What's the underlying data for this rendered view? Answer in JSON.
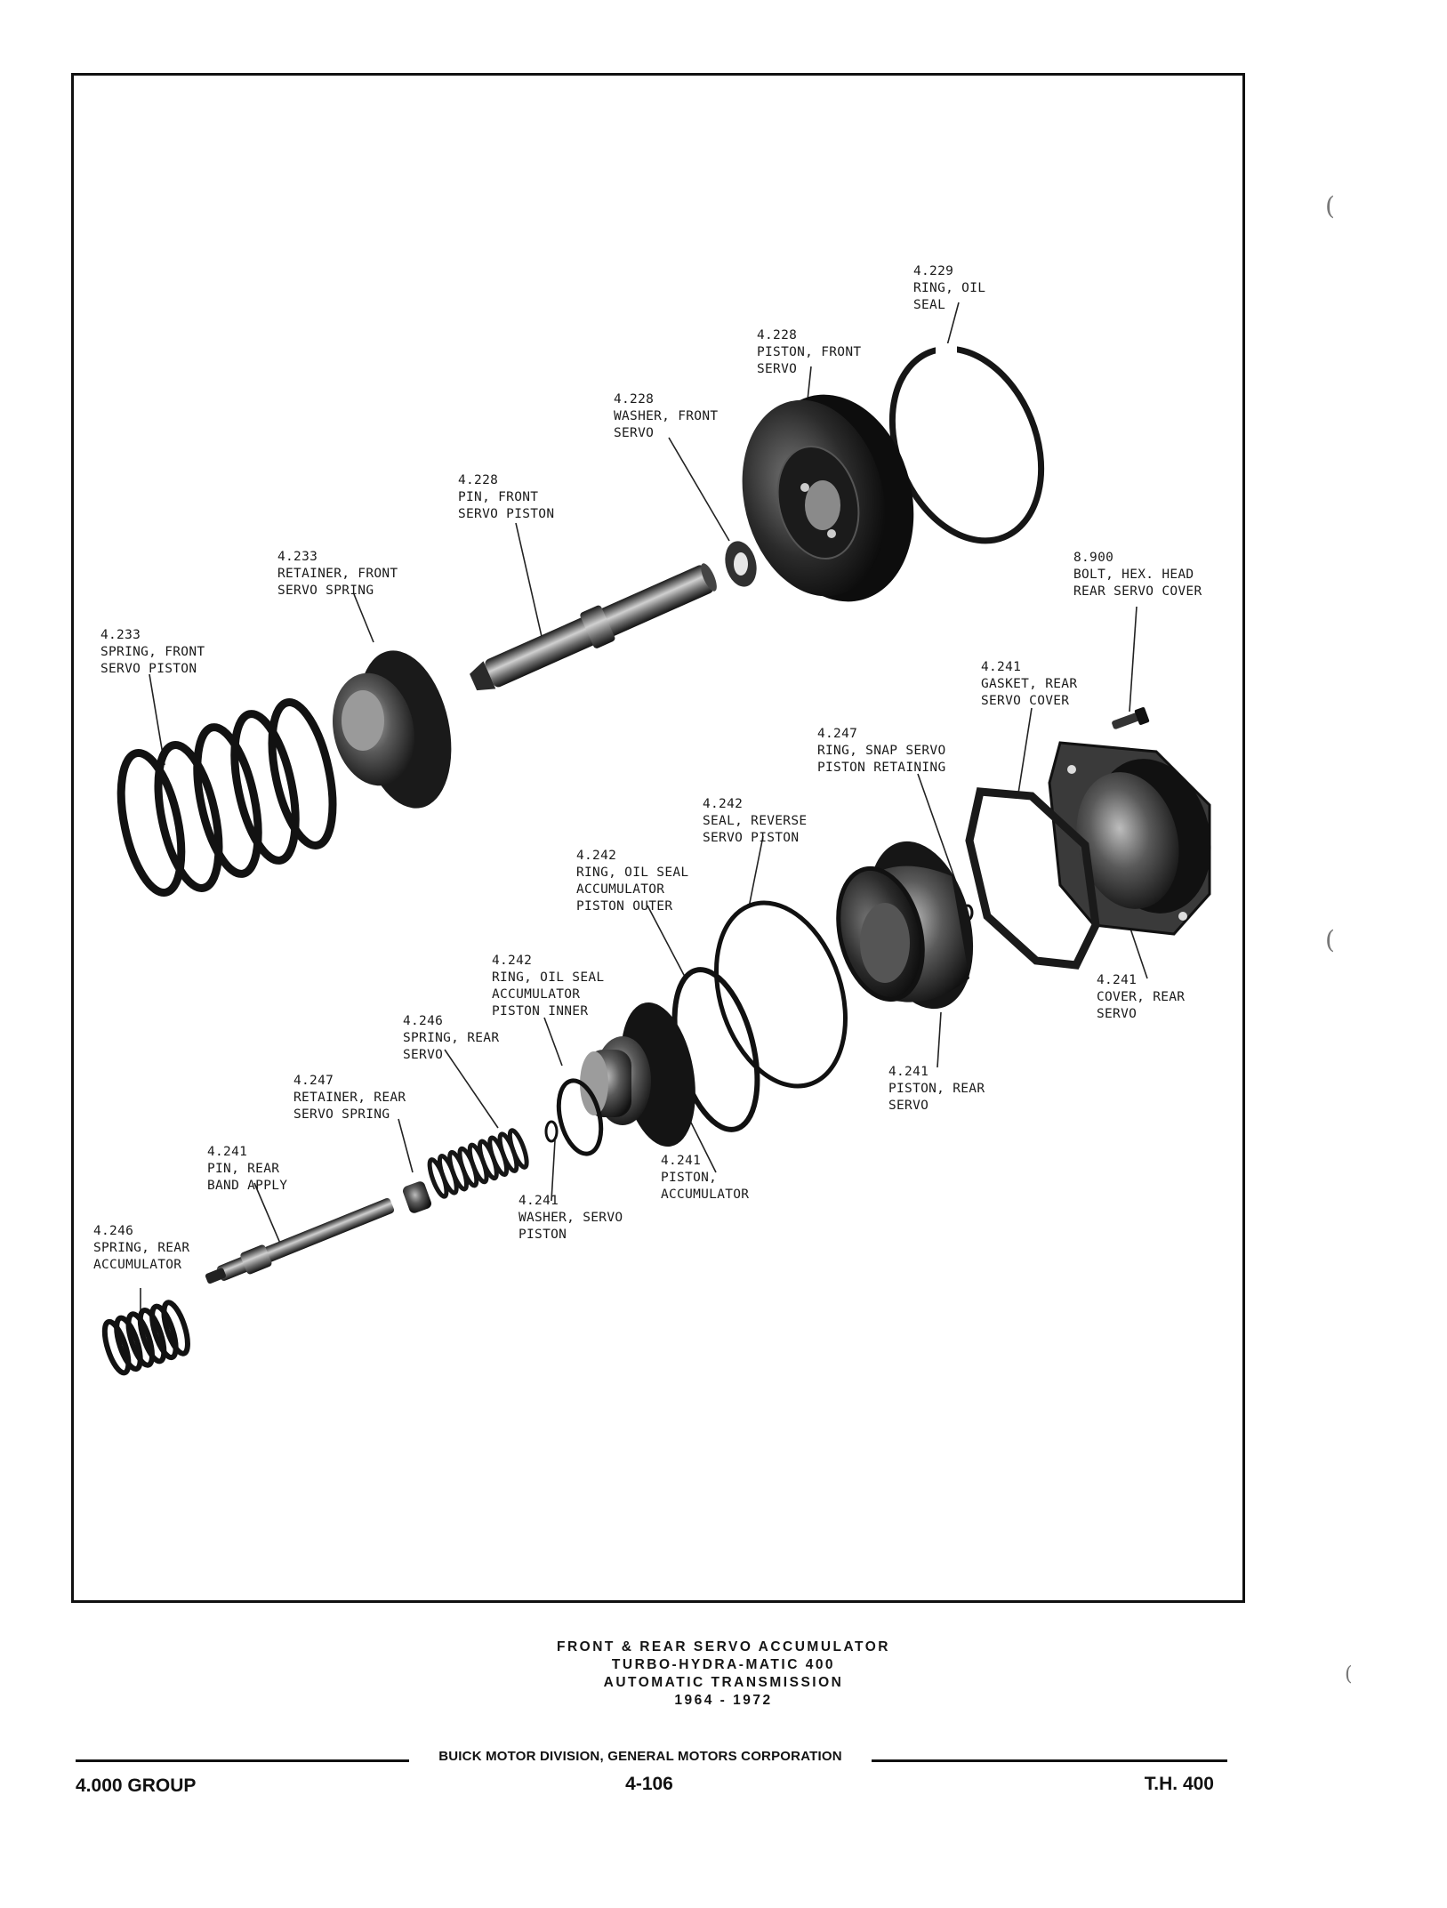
{
  "labels": [
    {
      "id": "ring-oil-seal-front",
      "number": "4.229",
      "lines": [
        "RING, OIL",
        "SEAL"
      ]
    },
    {
      "id": "piston-front-servo",
      "number": "4.228",
      "lines": [
        "PISTON, FRONT",
        "SERVO"
      ]
    },
    {
      "id": "washer-front-servo",
      "number": "4.228",
      "lines": [
        "WASHER, FRONT",
        "SERVO"
      ]
    },
    {
      "id": "pin-front-servo-piston",
      "number": "4.228",
      "lines": [
        "PIN, FRONT",
        "SERVO PISTON"
      ]
    },
    {
      "id": "retainer-front-servo-spring",
      "number": "4.233",
      "lines": [
        "RETAINER, FRONT",
        "SERVO SPRING"
      ]
    },
    {
      "id": "spring-front-servo-piston",
      "number": "4.233",
      "lines": [
        "SPRING, FRONT",
        "SERVO PISTON"
      ]
    },
    {
      "id": "bolt-hex-head",
      "number": "8.900",
      "lines": [
        "BOLT, HEX. HEAD",
        "REAR SERVO COVER"
      ]
    },
    {
      "id": "gasket-rear-servo-cover",
      "number": "4.241",
      "lines": [
        "GASKET, REAR",
        "SERVO COVER"
      ]
    },
    {
      "id": "ring-snap-servo",
      "number": "4.247",
      "lines": [
        "RING, SNAP SERVO",
        "PISTON RETAINING"
      ]
    },
    {
      "id": "seal-reverse-servo-piston",
      "number": "4.242",
      "lines": [
        "SEAL, REVERSE",
        "SERVO PISTON"
      ]
    },
    {
      "id": "ring-oil-seal-outer",
      "number": "4.242",
      "lines": [
        "RING, OIL SEAL",
        "ACCUMULATOR",
        "PISTON OUTER"
      ]
    },
    {
      "id": "ring-oil-seal-inner",
      "number": "4.242",
      "lines": [
        "RING, OIL SEAL",
        "ACCUMULATOR",
        "PISTON INNER"
      ]
    },
    {
      "id": "spring-rear-servo",
      "number": "4.246",
      "lines": [
        "SPRING, REAR",
        "SERVO"
      ]
    },
    {
      "id": "retainer-rear-servo-spring",
      "number": "4.247",
      "lines": [
        "RETAINER, REAR",
        "SERVO SPRING"
      ]
    },
    {
      "id": "pin-rear-band-apply",
      "number": "4.241",
      "lines": [
        "PIN, REAR",
        "BAND APPLY"
      ]
    },
    {
      "id": "spring-rear-accumulator",
      "number": "4.246",
      "lines": [
        "SPRING, REAR",
        "ACCUMULATOR"
      ]
    },
    {
      "id": "washer-servo-piston",
      "number": "4.241",
      "lines": [
        "WASHER, SERVO",
        "PISTON"
      ]
    },
    {
      "id": "piston-accumulator",
      "number": "4.241",
      "lines": [
        "PISTON,",
        "ACCUMULATOR"
      ]
    },
    {
      "id": "piston-rear-servo",
      "number": "4.241",
      "lines": [
        "PISTON, REAR",
        "SERVO"
      ]
    },
    {
      "id": "cover-rear-servo",
      "number": "4.241",
      "lines": [
        "COVER, REAR",
        "SERVO"
      ]
    }
  ],
  "caption": {
    "line1": "FRONT & REAR SERVO ACCUMULATOR",
    "line2": "TURBO-HYDRA-MATIC 400",
    "line3": "AUTOMATIC TRANSMISSION",
    "line4": "1964 - 1972"
  },
  "footer": {
    "center": "BUICK MOTOR DIVISION, GENERAL MOTORS CORPORATION",
    "left": "4.000 GROUP",
    "page": "4-106",
    "right": "T.H. 400"
  }
}
